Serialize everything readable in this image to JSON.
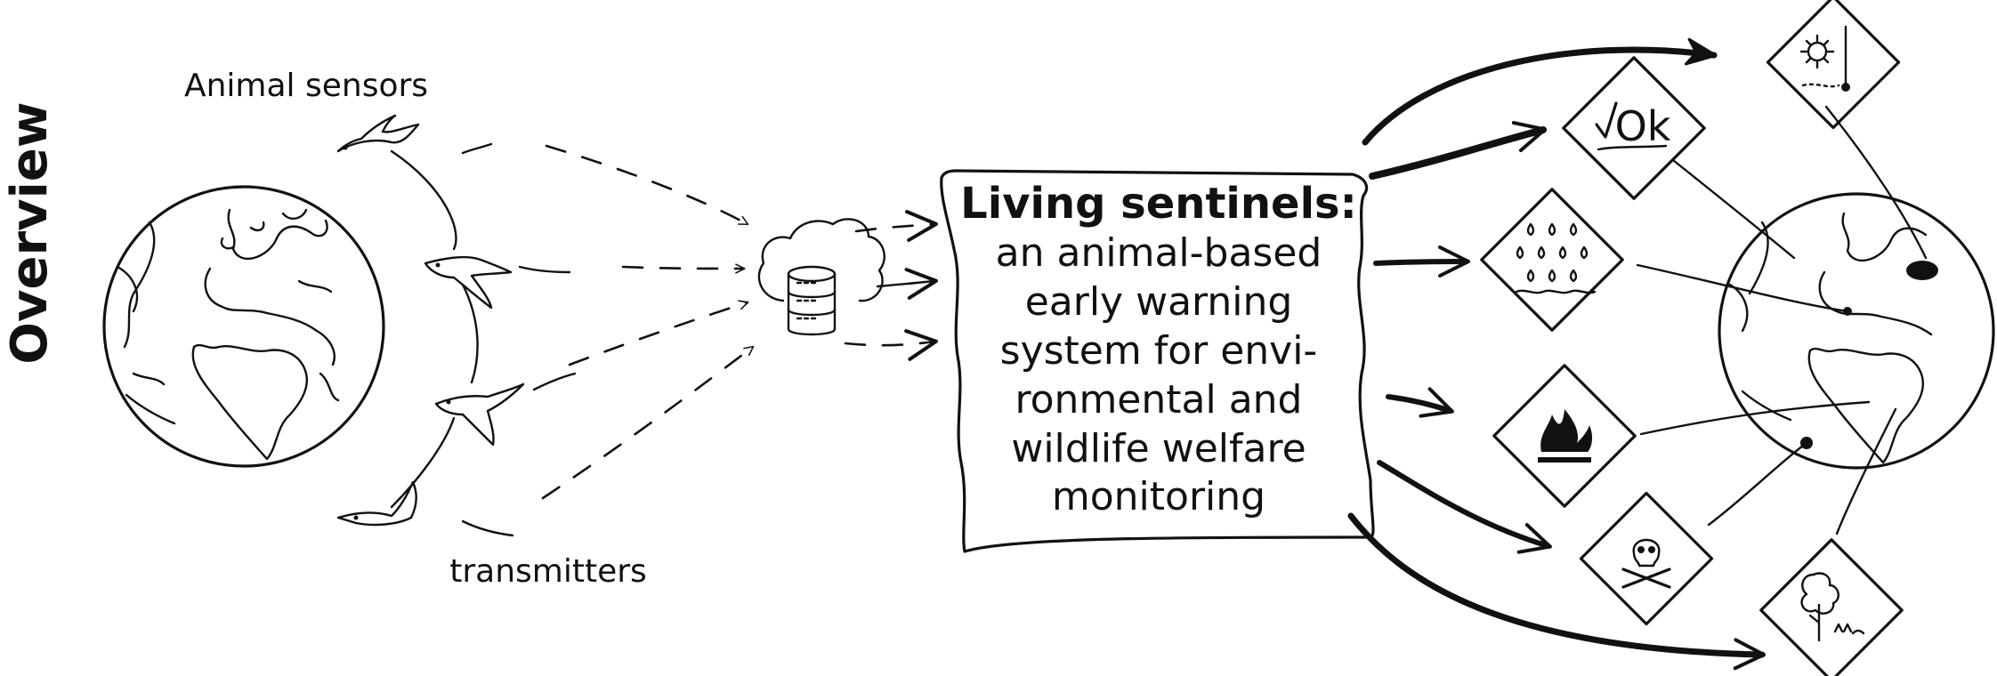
{
  "side_title": "Overview",
  "labels": {
    "sensors": "Animal sensors",
    "transmitters": "transmitters"
  },
  "center_box": {
    "title": "Living sentinels:",
    "lines": [
      "an animal-based",
      "early warning",
      "system for envi-",
      "ronmental and",
      "wildlife welfare",
      "monitoring"
    ]
  },
  "ok_badge": "Ok",
  "icons": [
    "left-globe-icon",
    "bird-sensor-icon",
    "cloud-database-icon",
    "weather-temperature-icon",
    "ok-check-icon",
    "rain-drops-icon",
    "fire-icon",
    "skull-crossbones-icon",
    "tree-wildlife-icon",
    "right-globe-icon"
  ]
}
